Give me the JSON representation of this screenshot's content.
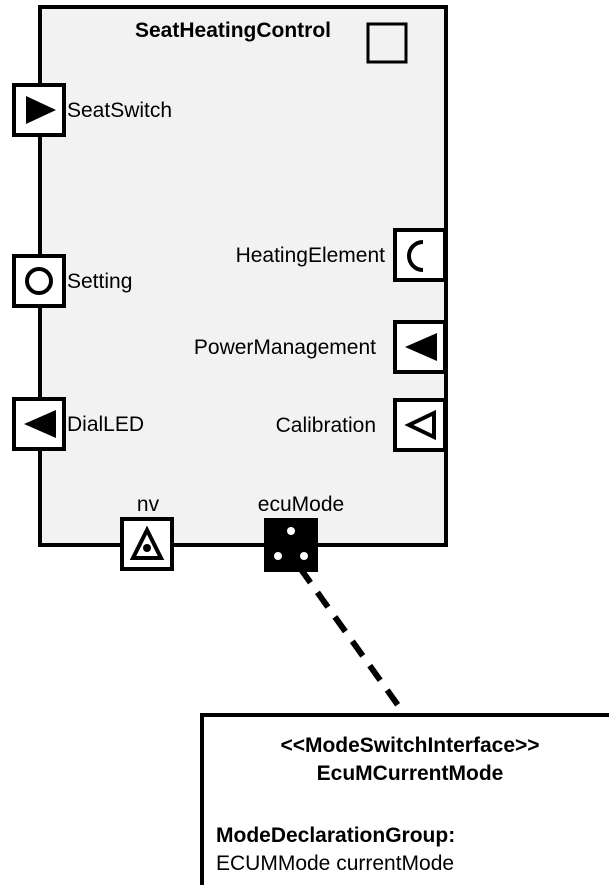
{
  "component": {
    "name": "SeatHeatingControl",
    "body_fill": "#f2f2f2"
  },
  "ports": {
    "seat_switch": {
      "label": "SeatSwitch",
      "kind": "receiver-port"
    },
    "setting": {
      "label": "Setting",
      "kind": "server-port"
    },
    "dial_led": {
      "label": "DialLED",
      "kind": "sender-port"
    },
    "heating_element": {
      "label": "HeatingElement",
      "kind": "client-port"
    },
    "power_management": {
      "label": "PowerManagement",
      "kind": "sender-port"
    },
    "calibration": {
      "label": "Calibration",
      "kind": "sender-port"
    },
    "nv": {
      "label": "nv",
      "kind": "nvdata-port"
    },
    "ecu_mode": {
      "label": "ecuMode",
      "kind": "mode-port"
    }
  },
  "interface": {
    "stereotype": "<<ModeSwitchInterface>>",
    "name": "EcuMCurrentMode",
    "group_heading": "ModeDeclarationGroup:",
    "group_value": "ECUMMode currentMode"
  }
}
